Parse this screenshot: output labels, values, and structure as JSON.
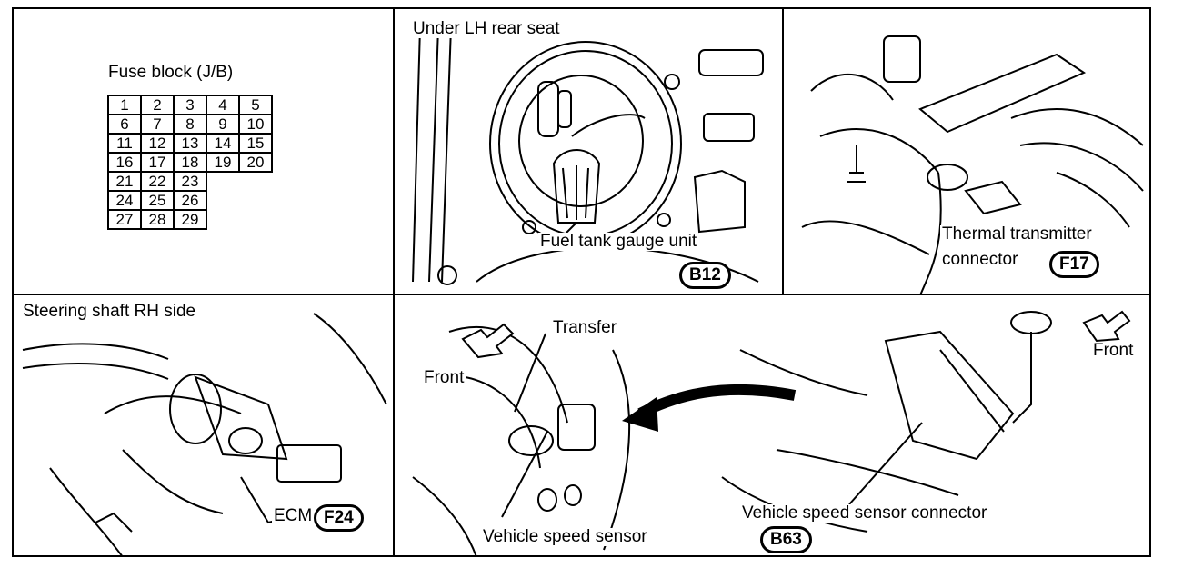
{
  "fuse_panel": {
    "title": "Fuse block (J/B)",
    "rows": [
      [
        "1",
        "2",
        "3",
        "4",
        "5"
      ],
      [
        "6",
        "7",
        "8",
        "9",
        "10"
      ],
      [
        "11",
        "12",
        "13",
        "14",
        "15"
      ],
      [
        "16",
        "17",
        "18",
        "19",
        "20"
      ],
      [
        "21",
        "22",
        "23"
      ],
      [
        "24",
        "25",
        "26"
      ],
      [
        "27",
        "28",
        "29"
      ]
    ]
  },
  "fuel_panel": {
    "location": "Under LH rear seat",
    "component": "Fuel tank gauge unit",
    "connector": "B12"
  },
  "thermal_panel": {
    "component_line1": "Thermal transmitter",
    "component_line2": "connector",
    "connector": "F17"
  },
  "ecm_panel": {
    "location": "Steering shaft RH side",
    "component": "ECM",
    "connector": "F24"
  },
  "speed_panel": {
    "transfer": "Transfer",
    "front_left": "Front",
    "front_right": "Front",
    "sensor": "Vehicle speed sensor",
    "sensor_connector": "Vehicle speed sensor connector",
    "connector": "B63"
  }
}
